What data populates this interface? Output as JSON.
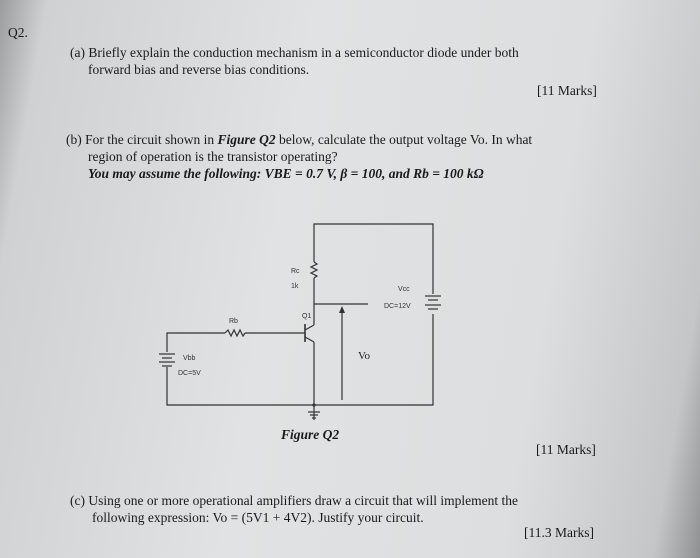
{
  "question_number": "Q2.",
  "part_a": {
    "line1": "(a) Briefly explain the conduction mechanism in a semiconductor diode under both",
    "line2": "forward bias and reverse bias conditions.",
    "marks": "[11 Marks]"
  },
  "part_b": {
    "line1_pre": "(b) For the circuit shown in ",
    "line1_fig": "Figure Q2",
    "line1_post": " below, calculate the output voltage Vo. In what",
    "line2": "region of operation is the transistor operating?",
    "line3": "You may assume the following: VBE = 0.7 V, β = 100, and Rb = 100 kΩ",
    "marks": "[11 Marks]"
  },
  "figure": {
    "caption": "Figure Q2",
    "rc_label": "Rc",
    "rc_value": "1k",
    "vcc_label": "Vcc",
    "vcc_value": "DC=12V",
    "q_label": "Q1",
    "rb_label": "Rb",
    "vbb_label": "Vbb",
    "vbb_value": "DC=5V",
    "vo_label": "Vo"
  },
  "part_c": {
    "line1": "(c) Using one or more operational amplifiers draw a circuit that will implement the",
    "line2": "following expression: Vo = (5V1 + 4V2). Justify your circuit.",
    "marks": "[11.3 Marks]"
  }
}
